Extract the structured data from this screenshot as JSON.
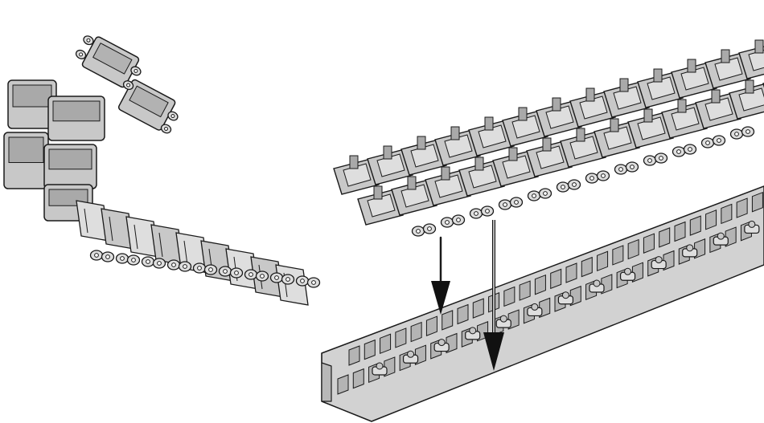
{
  "figure": {
    "description_text": "",
    "colors": {
      "part_fill": "#c8c8c8",
      "part_fill_dark": "#a9a9a9",
      "part_fill_light": "#dedede",
      "outline": "#1a1a1a",
      "sprue_fill": "#cfcfcf",
      "slot_fill": "#b4b4b4",
      "arrow": "#111111",
      "background": "#ffffff"
    },
    "parts": [
      {
        "name": "loose-link-pair",
        "kind": "track-links"
      },
      {
        "name": "curved-assembled-track",
        "kind": "track-section"
      },
      {
        "name": "track-link-run",
        "kind": "track-section"
      },
      {
        "name": "sprue-jig",
        "kind": "assembly-jig"
      }
    ],
    "arrows": [
      {
        "name": "arrow-left",
        "direction": "down"
      },
      {
        "name": "arrow-right",
        "direction": "down"
      }
    ]
  }
}
